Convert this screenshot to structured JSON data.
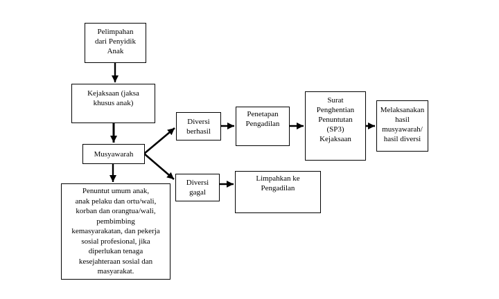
{
  "flowchart": {
    "colors": {
      "background": "#ffffff",
      "border": "#000000",
      "text": "#000000",
      "arrow": "#000000"
    },
    "nodes": {
      "pelimpahan": {
        "text": "Pelimpahan\ndari Penyidik\nAnak"
      },
      "kejaksaan": {
        "text": "Kejaksaan (jaksa\nkhusus anak)"
      },
      "musyawarah": {
        "text": "Musyawarah"
      },
      "peserta_musyawarah": {
        "text": "Penuntut umum anak,\nanak pelaku dan ortu/wali,\nkorban dan orangtua/wali,\npembimbing\nkemasyarakatan, dan pekerja\nsosial profesional, jika\ndiperlukan tenaga\nkesejahteraan sosial dan\nmasyarakat."
      },
      "diversi_berhasil": {
        "text": "Diversi\nberhasil"
      },
      "penetapan_pengadilan": {
        "text": "Penetapan\nPengadilan"
      },
      "sp3_kejaksaan": {
        "text": "Surat\nPenghentian\nPenuntutan\n(SP3)\nKejaksaan"
      },
      "melaksanakan_hasil": {
        "text": "Melaksanakan\nhasil\nmusyawarah/\nhasil diversi"
      },
      "diversi_gagal": {
        "text": "Diversi\ngagal"
      },
      "limpahkan_ke_pengadilan": {
        "text": "Limpahkan ke\nPengadilan"
      }
    }
  }
}
